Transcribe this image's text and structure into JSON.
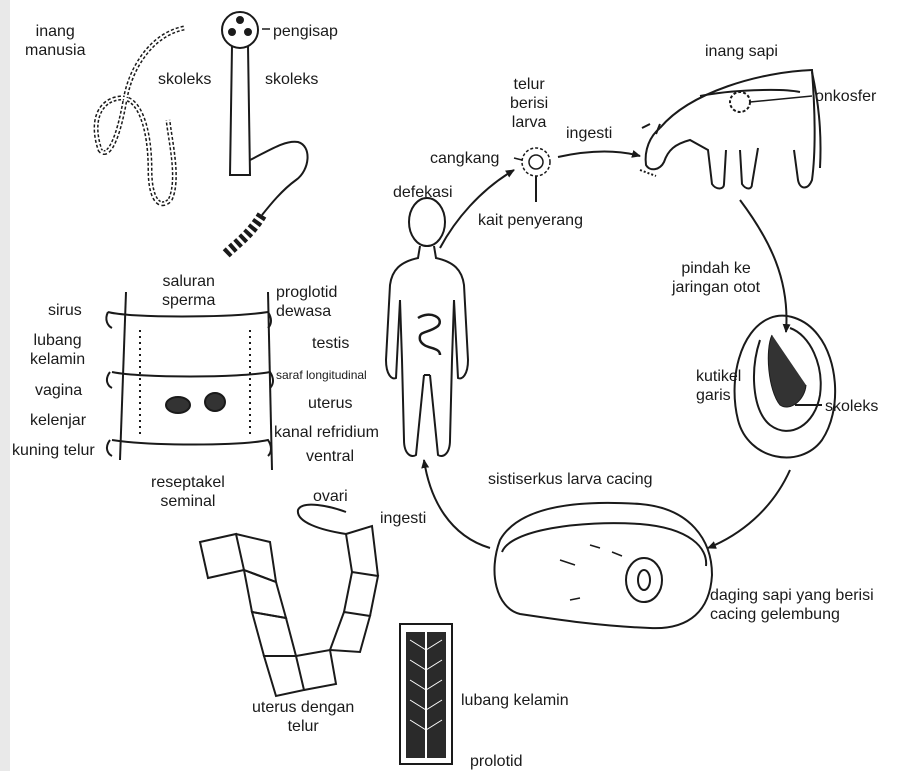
{
  "colors": {
    "ink": "#1a1a1a",
    "paper": "#ffffff",
    "edge": "#e9e9e9"
  },
  "labels": {
    "inang_manusia": "inang\nmanusia",
    "pengisap": "pengisap",
    "skoleks_left": "skoleks",
    "skoleks_right": "skoleks",
    "telur_berisi_larva": "telur\nberisi\nlarva",
    "cangkang": "cangkang",
    "ingesti_top": "ingesti",
    "inang_sapi": "inang sapi",
    "onkosfer": "onkosfer",
    "defekasi": "defekasi",
    "kait_penyerang": "kait penyerang",
    "saluran_sperma": "saluran\nsperma",
    "proglotid_dewasa": "proglotid\ndewasa",
    "sirus": "sirus",
    "lubang_kelamin_left": "lubang\nkelamin",
    "testis": "testis",
    "saraf_longitudinal": "saraf longitudinal",
    "vagina": "vagina",
    "uterus": "uterus",
    "kelenjar": "kelenjar",
    "kanal_refridium": "kanal refridium",
    "kuning_telur": "kuning telur",
    "ventral": "ventral",
    "pindah_ke_jaringan_otot": "pindah ke\njaringan otot",
    "kutikel_garis": "kutikel\ngaris",
    "skoleks_cyst": "skoleks",
    "reseptakel_seminal": "reseptakel\nseminal",
    "ovari": "ovari",
    "sistiserkus": "sistiserkus larva cacing",
    "ingesti_bottom": "ingesti",
    "daging_sapi": "daging sapi yang berisi\ncacing gelembung",
    "uterus_dengan_telur": "uterus dengan\ntelur",
    "lubang_kelamin_bottom": "lubang kelamin",
    "prolotid": "prolotid"
  }
}
